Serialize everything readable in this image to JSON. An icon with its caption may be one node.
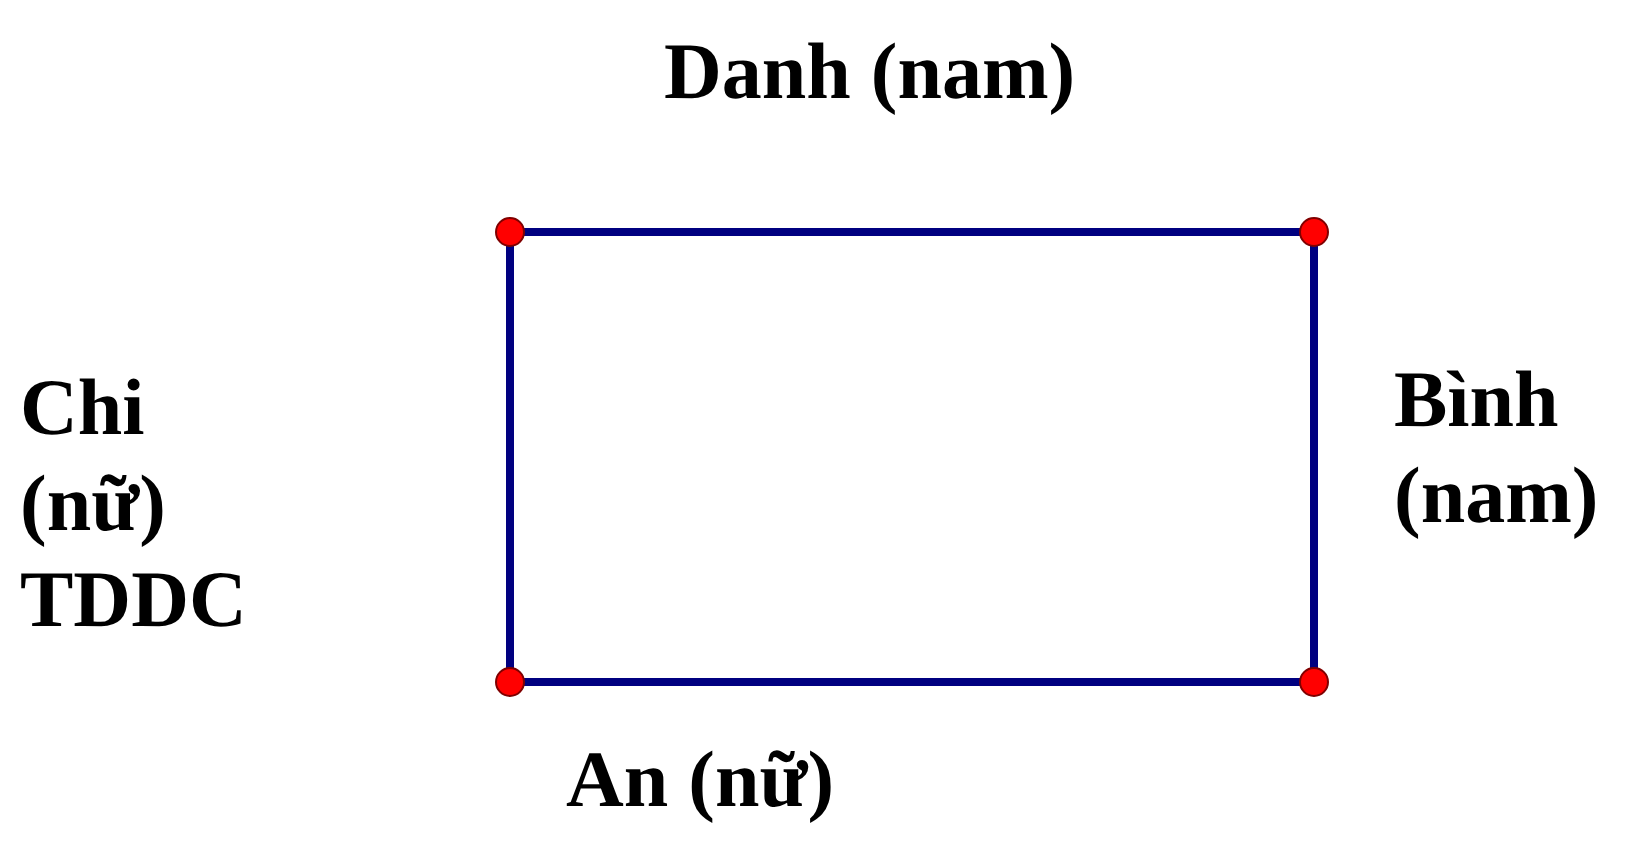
{
  "diagram": {
    "nodes": [
      {
        "text": [],
        "shape": "box"
      }
    ],
    "labels": [
      "Danh (nam)",
      "Chi (nữ) TDDC",
      "Bình (nam)",
      "An (nữ)"
    ]
  }
}
